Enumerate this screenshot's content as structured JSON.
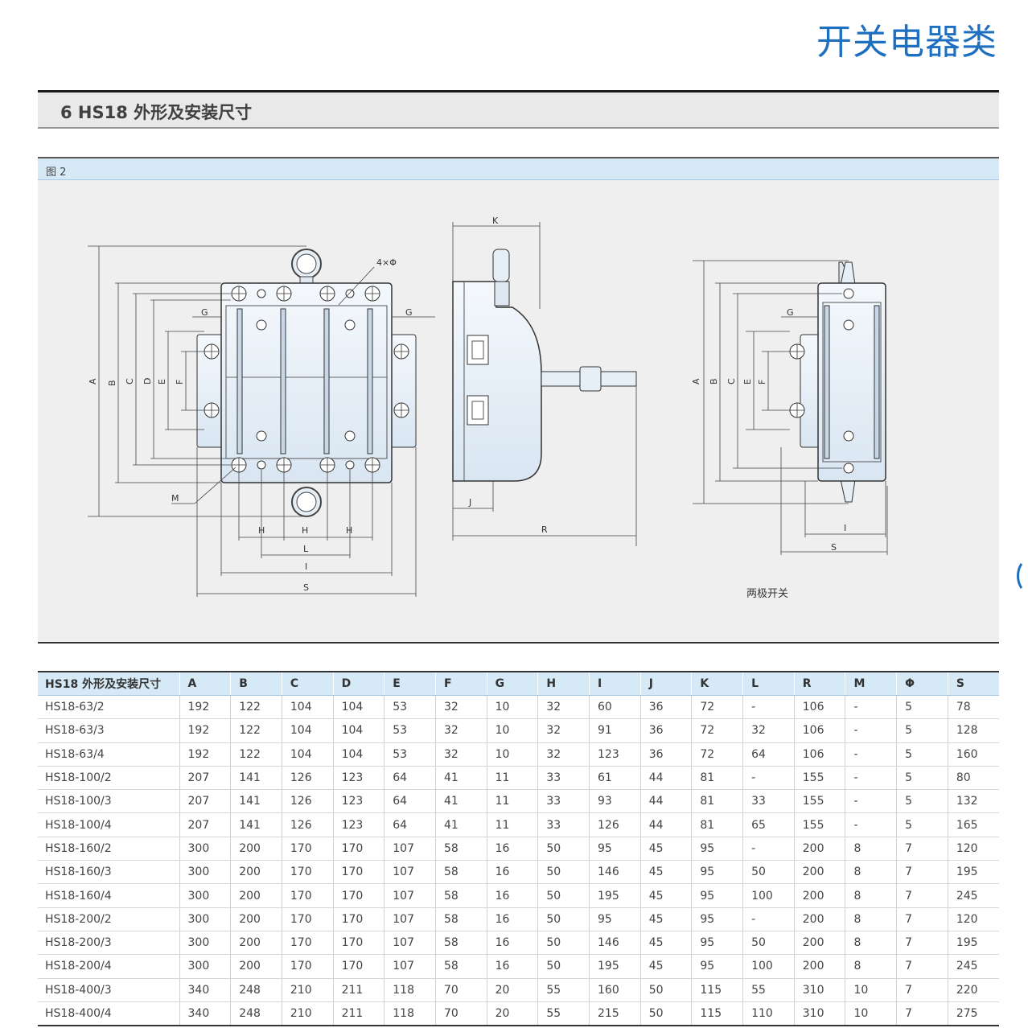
{
  "brand": "开关电器类",
  "section": {
    "title": "6 HS18 外形及安装尺寸"
  },
  "figure": {
    "label": "图 2",
    "caption_two_pole": "两极开关",
    "labels": {
      "A": "A",
      "B": "B",
      "C": "C",
      "D": "D",
      "E": "E",
      "F": "F",
      "G": "G",
      "H": "H",
      "I": "I",
      "J": "J",
      "K": "K",
      "L": "L",
      "M": "M",
      "R": "R",
      "S": "S",
      "hole": "4×Φ"
    }
  },
  "table": {
    "headers": [
      "HS18 外形及安装尺寸",
      "A",
      "B",
      "C",
      "D",
      "E",
      "F",
      "G",
      "H",
      "I",
      "J",
      "K",
      "L",
      "R",
      "M",
      "Φ",
      "S"
    ],
    "rows": [
      [
        "HS18-63/2",
        "192",
        "122",
        "104",
        "104",
        "53",
        "32",
        "10",
        "32",
        "60",
        "36",
        "72",
        "-",
        "106",
        "-",
        "5",
        "78"
      ],
      [
        "HS18-63/3",
        "192",
        "122",
        "104",
        "104",
        "53",
        "32",
        "10",
        "32",
        "91",
        "36",
        "72",
        "32",
        "106",
        "-",
        "5",
        "128"
      ],
      [
        "HS18-63/4",
        "192",
        "122",
        "104",
        "104",
        "53",
        "32",
        "10",
        "32",
        "123",
        "36",
        "72",
        "64",
        "106",
        "-",
        "5",
        "160"
      ],
      [
        "HS18-100/2",
        "207",
        "141",
        "126",
        "123",
        "64",
        "41",
        "11",
        "33",
        "61",
        "44",
        "81",
        "-",
        "155",
        "-",
        "5",
        "80"
      ],
      [
        "HS18-100/3",
        "207",
        "141",
        "126",
        "123",
        "64",
        "41",
        "11",
        "33",
        "93",
        "44",
        "81",
        "33",
        "155",
        "-",
        "5",
        "132"
      ],
      [
        "HS18-100/4",
        "207",
        "141",
        "126",
        "123",
        "64",
        "41",
        "11",
        "33",
        "126",
        "44",
        "81",
        "65",
        "155",
        "-",
        "5",
        "165"
      ],
      [
        "HS18-160/2",
        "300",
        "200",
        "170",
        "170",
        "107",
        "58",
        "16",
        "50",
        "95",
        "45",
        "95",
        "-",
        "200",
        "8",
        "7",
        "120"
      ],
      [
        "HS18-160/3",
        "300",
        "200",
        "170",
        "170",
        "107",
        "58",
        "16",
        "50",
        "146",
        "45",
        "95",
        "50",
        "200",
        "8",
        "7",
        "195"
      ],
      [
        "HS18-160/4",
        "300",
        "200",
        "170",
        "170",
        "107",
        "58",
        "16",
        "50",
        "195",
        "45",
        "95",
        "100",
        "200",
        "8",
        "7",
        "245"
      ],
      [
        "HS18-200/2",
        "300",
        "200",
        "170",
        "170",
        "107",
        "58",
        "16",
        "50",
        "95",
        "45",
        "95",
        "-",
        "200",
        "8",
        "7",
        "120"
      ],
      [
        "HS18-200/3",
        "300",
        "200",
        "170",
        "170",
        "107",
        "58",
        "16",
        "50",
        "146",
        "45",
        "95",
        "50",
        "200",
        "8",
        "7",
        "195"
      ],
      [
        "HS18-200/4",
        "300",
        "200",
        "170",
        "170",
        "107",
        "58",
        "16",
        "50",
        "195",
        "45",
        "95",
        "100",
        "200",
        "8",
        "7",
        "245"
      ],
      [
        "HS18-400/3",
        "340",
        "248",
        "210",
        "211",
        "118",
        "70",
        "20",
        "55",
        "160",
        "50",
        "115",
        "55",
        "310",
        "10",
        "7",
        "220"
      ],
      [
        "HS18-400/4",
        "340",
        "248",
        "210",
        "211",
        "118",
        "70",
        "20",
        "55",
        "215",
        "50",
        "115",
        "110",
        "310",
        "10",
        "7",
        "275"
      ]
    ]
  }
}
